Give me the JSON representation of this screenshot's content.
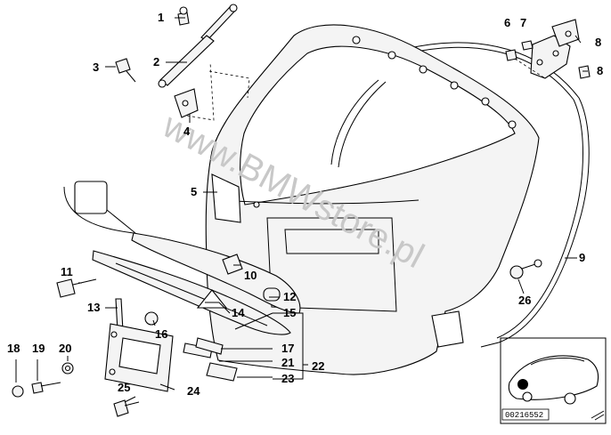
{
  "watermark": "www.BMWstore.pl",
  "diagram_code": "00216552",
  "labels": [
    "1",
    "2",
    "3",
    "4",
    "5",
    "6",
    "7",
    "8",
    "8",
    "9",
    "10",
    "11",
    "12",
    "13",
    "14",
    "15",
    "16",
    "17",
    "18",
    "19",
    "20",
    "21",
    "22",
    "23",
    "24",
    "25",
    "26"
  ]
}
